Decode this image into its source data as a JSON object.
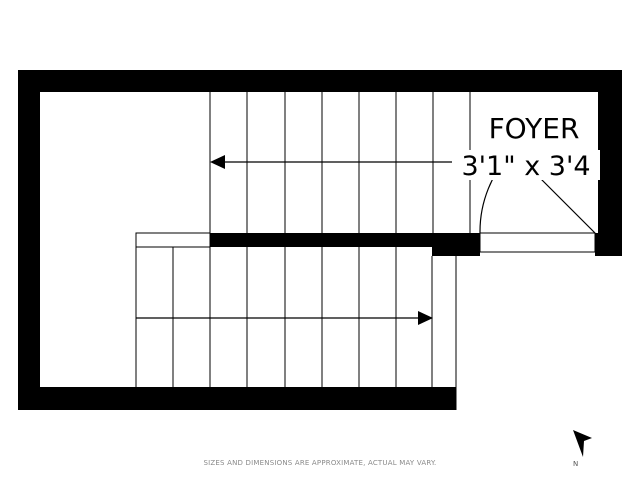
{
  "floor_plan": {
    "rooms": [
      {
        "name": "FOYER",
        "dimensions": "3'1\" x 3'4"
      }
    ],
    "north_label": "N",
    "disclaimer": "SIZES AND DIMENSIONS ARE APPROXIMATE, ACTUAL MAY VARY."
  }
}
